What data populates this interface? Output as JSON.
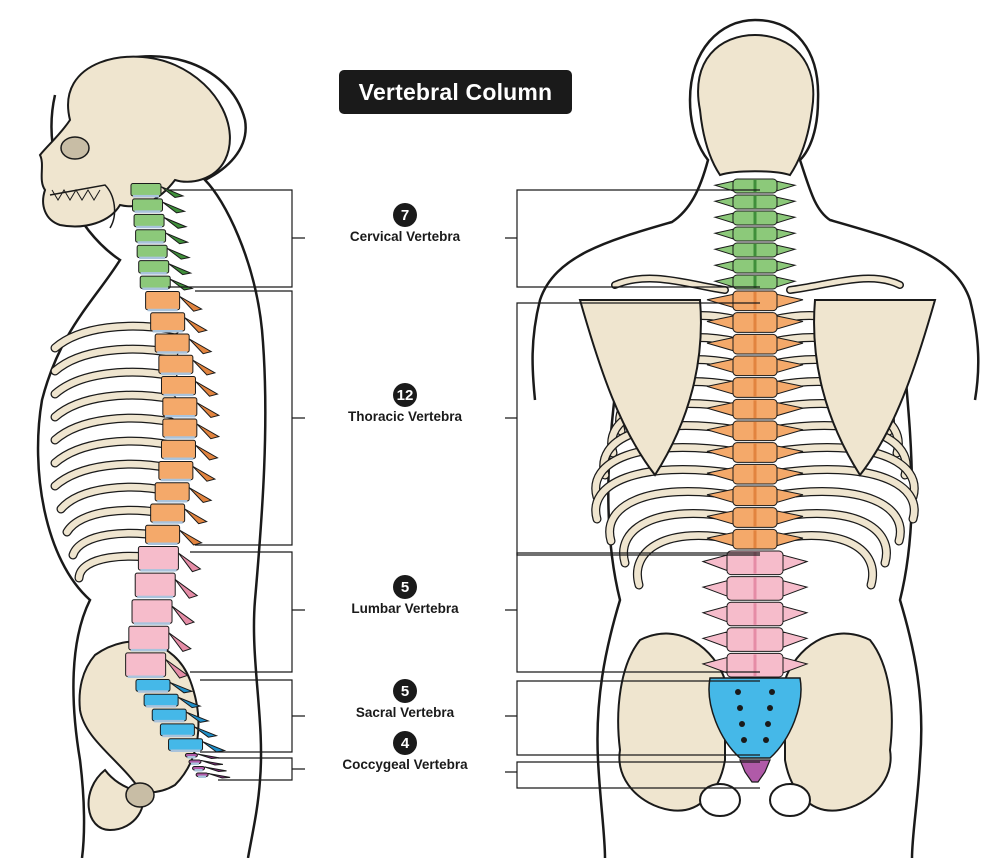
{
  "title": "Vertebral Column",
  "regions": [
    {
      "key": "cervical",
      "count": "7",
      "label": "Cervical Vertebra",
      "color": "#8cc97a",
      "dark": "#3f8f3a"
    },
    {
      "key": "thoracic",
      "count": "12",
      "label": "Thoracic Vertebra",
      "color": "#f4a96a",
      "dark": "#e2843f"
    },
    {
      "key": "lumbar",
      "count": "5",
      "label": "Lumbar Vertebra",
      "color": "#f6bccb",
      "dark": "#e58ca6"
    },
    {
      "key": "sacral",
      "count": "5",
      "label": "Sacral Vertebra",
      "color": "#45b8e8",
      "dark": "#1f8fc9"
    },
    {
      "key": "coccygeal",
      "count": "4",
      "label": "Coccygeal Vertebra",
      "color": "#b05aa8",
      "dark": "#8a2f85"
    }
  ],
  "colors": {
    "bone": "#efe5cf",
    "outline": "#1a1a1a",
    "disc": "#a9c3dc",
    "rib_end": "#c9c9c9"
  }
}
